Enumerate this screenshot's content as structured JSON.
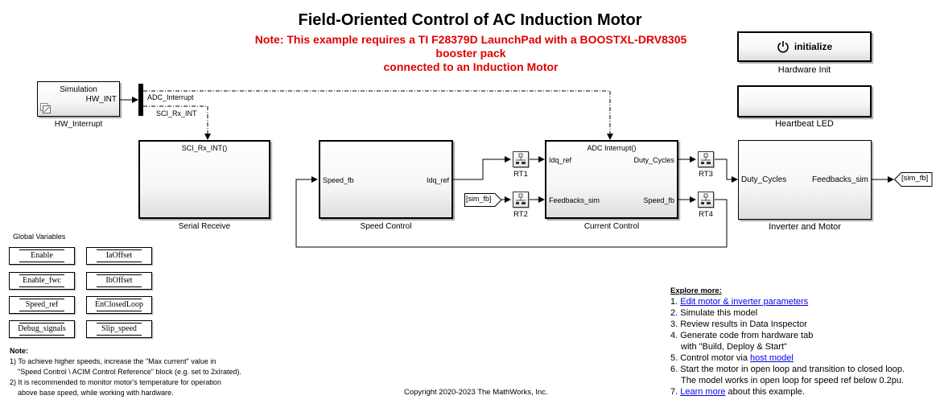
{
  "header": {
    "title": "Field-Oriented Control of AC Induction Motor",
    "requirement_note_line1": "Note: This example requires a TI F28379D LaunchPad with a BOOSTXL-DRV8305 booster pack",
    "requirement_note_line2": "connected to an Induction Motor"
  },
  "hardware": {
    "init_button_label": "initialize",
    "init_icon": "power-icon",
    "init_block_name": "Hardware Init",
    "heartbeat_block_name": "Heartbeat LED"
  },
  "hw_interrupt": {
    "block_text": "Simulation",
    "output_port": "HW_INT",
    "block_name": "HW_Interrupt",
    "icon": "variant-subsystem-icon"
  },
  "demux_signals": {
    "adc": "ADC_Interrupt",
    "sci": "SCI_Rx_INT"
  },
  "blocks": {
    "serial_receive": {
      "name": "Serial Receive",
      "trigger": "SCI_Rx_INT()"
    },
    "speed_control": {
      "name": "Speed Control",
      "input": "Speed_fb",
      "output": "Idq_ref"
    },
    "current_control": {
      "name": "Current Control",
      "trigger": "ADC Interrupt()",
      "inputs": [
        "Idq_ref",
        "Feedbacks_sim"
      ],
      "outputs": [
        "Duty_Cycles",
        "Speed_fb"
      ]
    },
    "inverter_motor": {
      "name": "Inverter and Motor",
      "input": "Duty_Cycles",
      "output": "Feedbacks_sim"
    }
  },
  "rate_transitions": [
    "RT1",
    "RT2",
    "RT3",
    "RT4"
  ],
  "tags": {
    "from": "[sim_fb]",
    "goto": "[sim_fb]"
  },
  "global_variables": {
    "title": "Global Variables",
    "items": [
      "Enable",
      "IaOffset",
      "Enable_fwc",
      "IbOffset",
      "Speed_ref",
      "EnClosedLoop",
      "Debug_signals",
      "Slip_speed"
    ]
  },
  "notes": {
    "title": "Note:",
    "lines": [
      "1) To achieve higher speeds, increase the \"Max current\" value in",
      "\"Speed Control \\ ACIM Control Reference\" block (e.g. set to 2xIrated).",
      "2) It is recommended to monitor motor's temperature for operation",
      "above base speed, while working with hardware."
    ]
  },
  "copyright": "Copyright 2020-2023 The MathWorks, Inc.",
  "explore": {
    "title": "Explore more:",
    "item1_num": "1. ",
    "item1_link": "Edit motor & inverter parameters",
    "item2": "2. Simulate this model",
    "item3": "3. Review results in Data Inspector",
    "item4a": "4. Generate code from hardware tab",
    "item4b": "with \"Build, Deploy & Start\"",
    "item5_text": "5. Control motor via ",
    "item5_link": "host model",
    "item6a": "6. Start the motor in open loop and transition to closed loop.",
    "item6b": "The model works in open loop for speed ref below 0.2pu.",
    "item7_num": "7. ",
    "item7_link": "Learn more",
    "item7_rest": " about this example."
  },
  "colors": {
    "warning_red": "#e00000",
    "link_blue": "#0000ee"
  }
}
